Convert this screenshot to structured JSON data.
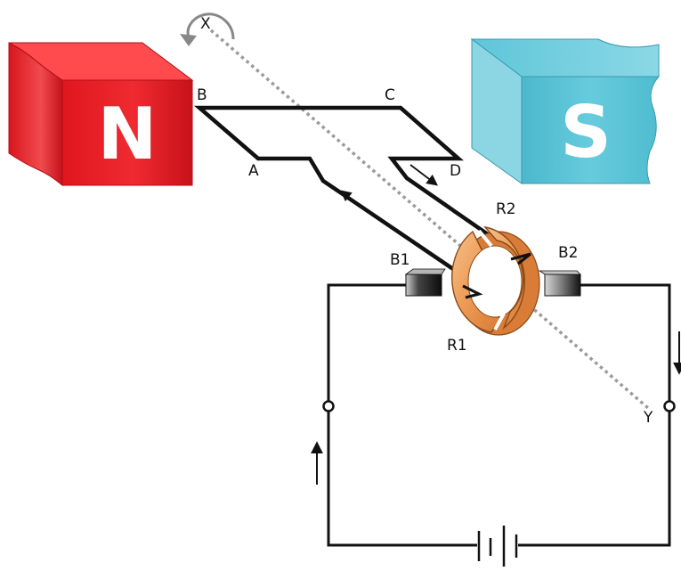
{
  "magnets": {
    "north": {
      "letter": "N",
      "color": "#e8202a"
    },
    "south": {
      "letter": "S",
      "color": "#5ec7da"
    }
  },
  "labels": {
    "x": "X",
    "y": "Y",
    "a": "A",
    "b": "B",
    "c": "C",
    "d": "D",
    "r1": "R1",
    "r2": "R2",
    "b1": "B1",
    "b2": "B2"
  },
  "colors": {
    "commutator": "#f0a060",
    "brush": "#1a1a1a",
    "wire": "#111111",
    "axis": "#999999"
  }
}
